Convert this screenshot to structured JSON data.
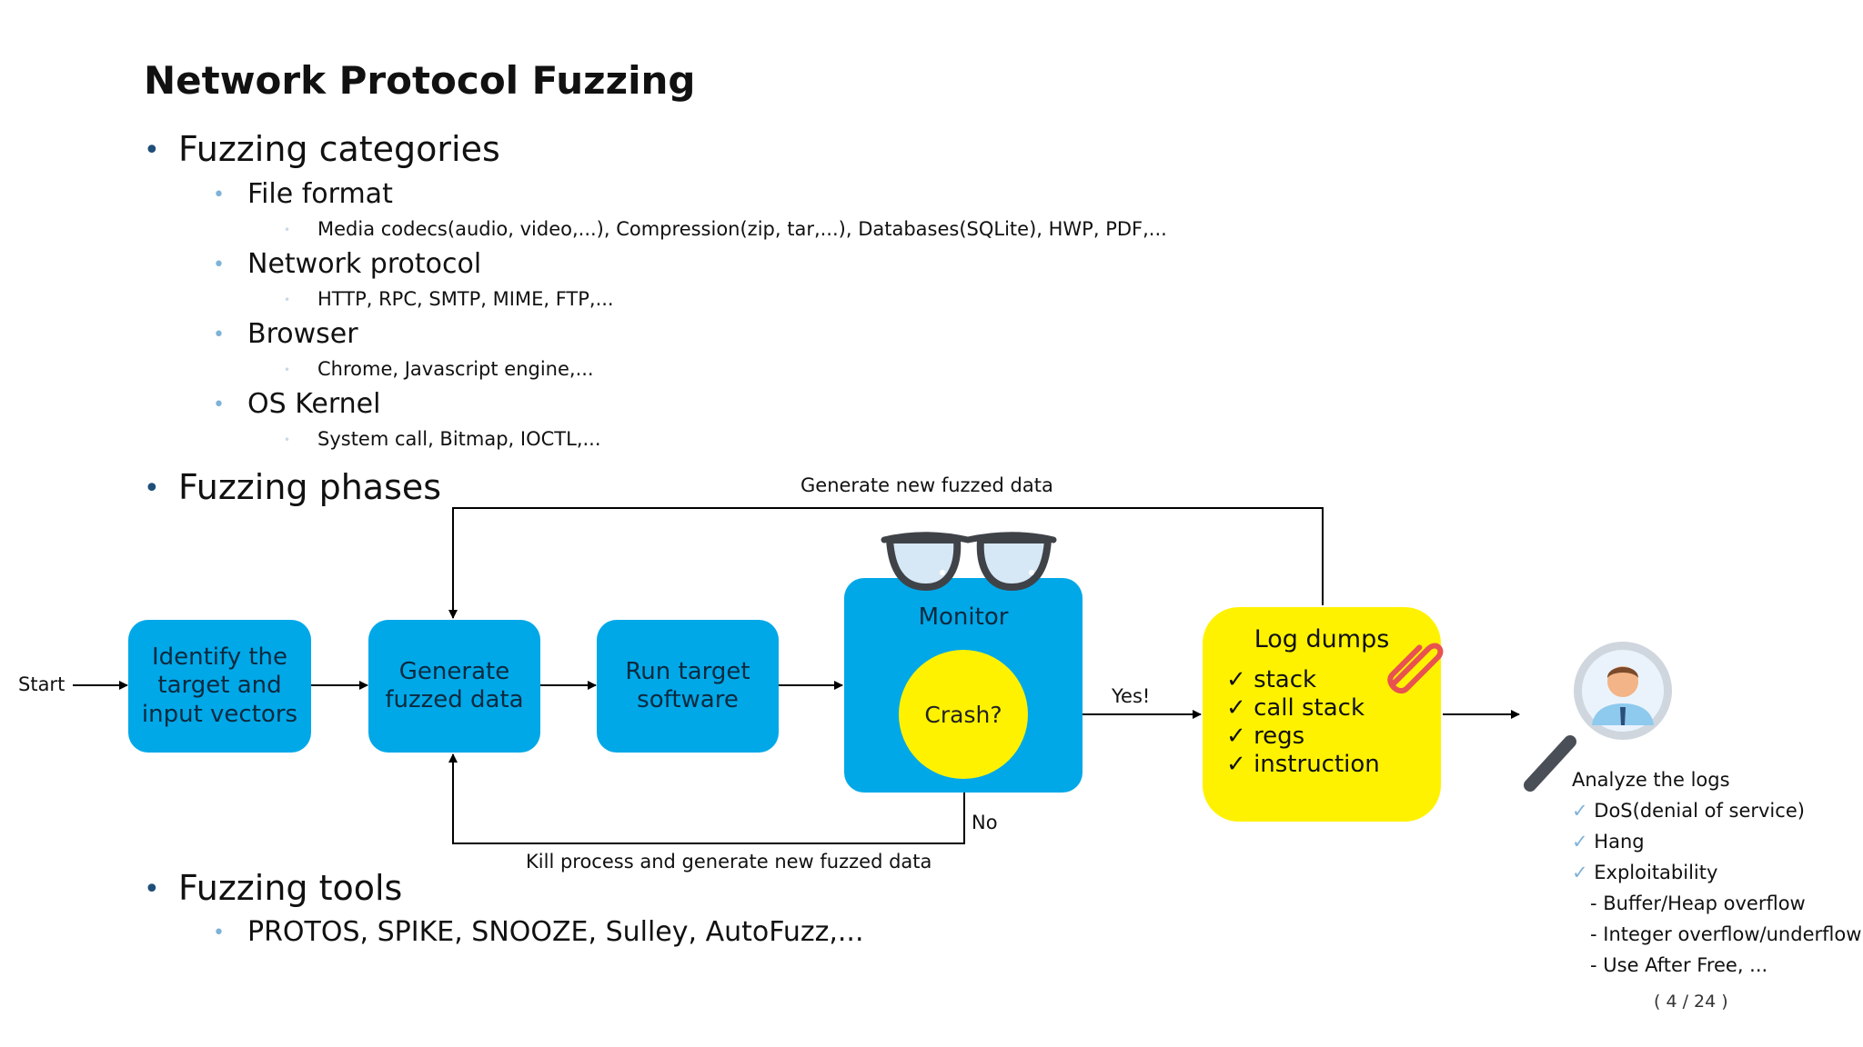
{
  "slide": {
    "title": "Network Protocol Fuzzing",
    "page_indicator": "( 4 / 24 )"
  },
  "bullets": {
    "categories": {
      "heading": "Fuzzing categories",
      "items": [
        {
          "label": "File format",
          "detail": "Media codecs(audio, video,...), Compression(zip, tar,...), Databases(SQLite), HWP, PDF,..."
        },
        {
          "label": "Network protocol",
          "detail": "HTTP, RPC, SMTP, MIME, FTP,..."
        },
        {
          "label": "Browser",
          "detail": "Chrome, Javascript engine,..."
        },
        {
          "label": "OS Kernel",
          "detail": "System call, Bitmap, IOCTL,..."
        }
      ]
    },
    "phases": {
      "heading": "Fuzzing phases"
    },
    "tools": {
      "heading": "Fuzzing tools",
      "items": [
        "PROTOS, SPIKE, SNOOZE, Sulley, AutoFuzz,..."
      ]
    }
  },
  "diagram": {
    "start": "Start",
    "identify": [
      "Identify the",
      "target and",
      "input vectors"
    ],
    "generate": [
      "Generate",
      "fuzzed data"
    ],
    "run": [
      "Run target",
      "software"
    ],
    "monitor": "Monitor",
    "crash": "Crash?",
    "yes": "Yes!",
    "no": "No",
    "loop_top": "Generate new fuzzed data",
    "loop_bottom": "Kill process and generate new fuzzed data",
    "log_dumps": {
      "title": "Log dumps",
      "items": [
        "stack",
        "call stack",
        "regs",
        "instruction"
      ]
    },
    "analyze": {
      "title": "Analyze the logs",
      "checks": [
        "DoS(denial of service)",
        "Hang",
        "Exploitability"
      ],
      "subitems": [
        "- Buffer/Heap overflow",
        "- Integer overflow/underflow",
        "- Use After Free, ..."
      ]
    }
  },
  "colors": {
    "process_box": "#00a8e8",
    "crash_circle": "#fff200",
    "log_box": "#fff200",
    "bullet_level1": "#1f4e79",
    "bullet_level2": "#7fb2d8",
    "clip": "#e8524f"
  },
  "icons": [
    "glasses-icon",
    "paperclip-icon",
    "magnifier-person-icon",
    "check-icon"
  ]
}
